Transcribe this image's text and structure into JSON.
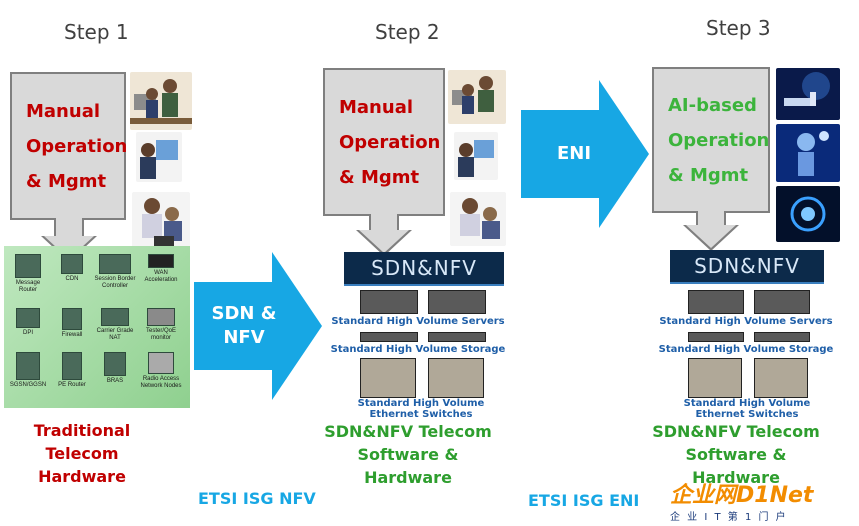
{
  "steps": [
    {
      "title": "Step 1",
      "operation": [
        "Manual",
        "Operation",
        "& Mgmt"
      ],
      "bottom": [
        "Traditional",
        "Telecom Hardware"
      ]
    },
    {
      "title": "Step 2",
      "operation": [
        "Manual",
        "Operation",
        "& Mgmt"
      ],
      "bottom": [
        "SDN&NFV Telecom",
        "Software &",
        "Hardware"
      ]
    },
    {
      "title": "Step 3",
      "operation": [
        "AI-based",
        "Operation",
        "& Mgmt"
      ],
      "bottom": [
        "SDN&NFV Telecom",
        "Software &",
        "Hardware"
      ]
    }
  ],
  "arrows": [
    {
      "label_line1": "SDN &",
      "label_line2": "NFV"
    },
    {
      "label": "ENI"
    }
  ],
  "etsi": [
    "ETSI ISG NFV",
    "ETSI ISG ENI"
  ],
  "traditional_hw": [
    "Message Router",
    "CDN",
    "Session Border Controller",
    "WAN Acceleration",
    "DPI",
    "Firewall",
    "Carrier Grade NAT",
    "Tester/QoE monitor",
    "SGSN/GGSN",
    "PE Router",
    "BRAS",
    "Radio Access Network Nodes"
  ],
  "sdn_stack": {
    "banner": "SDN&NFV",
    "servers": "Standard High Volume Servers",
    "storage": "Standard High Volume Storage",
    "switches": "Standard High Volume Ethernet Switches"
  },
  "watermark": {
    "brand": "企业网D1Net",
    "tagline": "企 业 I T 第 1 门 户"
  },
  "colors": {
    "manual": "#c00000",
    "ai": "#3cb43c",
    "arrow": "#17a7e4",
    "bottom_red": "#c00000",
    "bottom_green": "#2e9e2e"
  }
}
